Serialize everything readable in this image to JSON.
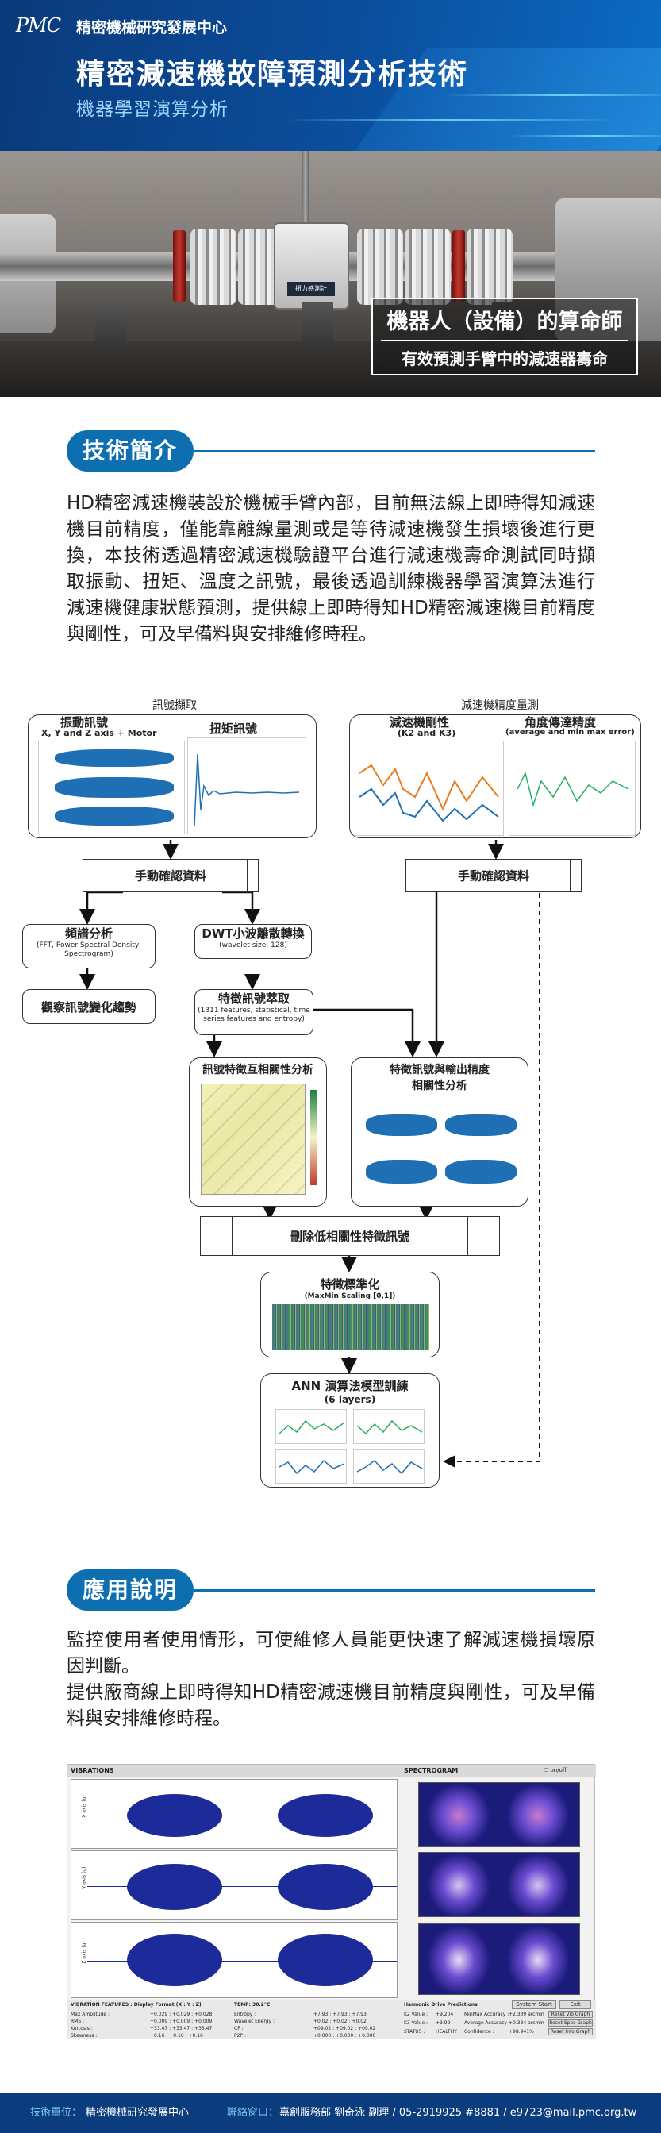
{
  "header": {
    "logo": "PMC",
    "org_name": "精密機械研究發展中心",
    "title": "精密減速機故障預測分析技術",
    "subtitle": "機器學習演算分析"
  },
  "hero": {
    "sensor_label": "扭力感測計",
    "tagline_1": "機器人（設備）的算命師",
    "tagline_2": "有效預測手臂中的減速器壽命"
  },
  "intro": {
    "heading": "技術簡介",
    "body": "HD精密減速機裝設於機械手臂內部，目前無法線上即時得知減速機目前精度，僅能靠離線量測或是等待減速機發生損壞後進行更換，本技術透過精密減速機驗證平台進行減速機壽命測試同時擷取振動、扭矩、溫度之訊號，最後透過訓練機器學習演算法進行減速機健康狀態預測，提供線上即時得知HD精密減速機目前精度與剛性，可及早備料與安排維修時程。"
  },
  "flow": {
    "group_signal": "訊號擷取",
    "group_precision": "減速機精度量測",
    "vib_title": "振動訊號",
    "vib_sub": "X, Y and Z axis + Motor",
    "torque_title": "扭矩訊號",
    "stiff_title": "減速機剛性",
    "stiff_sub": "(K2 and K3)",
    "angle_title": "角度傳達精度",
    "angle_sub": "(average and min max error)",
    "confirm_left": "手動確認資料",
    "confirm_right": "手動確認資料",
    "spectrum_title": "頻譜分析",
    "spectrum_sub": "(FFT, Power Spectral Density, Spectrogram)",
    "dwt_title": "DWT小波離散轉換",
    "dwt_sub": "(wavelet size: 128)",
    "trend": "觀察訊號變化趨勢",
    "feature_title": "特徵訊號萃取",
    "feature_sub": "(1311 features, statistical, time series features and entropy)",
    "corr_title": "訊號特徵互相關性分析",
    "corr_out_title": "特徵訊號與輸出精度",
    "corr_out_sub": "相關性分析",
    "delete_low": "刪除低相關性特徵訊號",
    "norm_title": "特徵標準化",
    "norm_sub": "(MaxMin Scaling [0,1])",
    "ann_title": "ANN 演算法模型訓練",
    "ann_sub": "(6 layers)"
  },
  "usage": {
    "heading": "應用說明",
    "para1": "監控使用者使用情形，可使維修人員能更快速了解減速機損壞原因判斷。",
    "para2": "提供廠商線上即時得知HD精密減速機目前精度與剛性，可及早備料與安排維修時程。"
  },
  "dashboard": {
    "vibrations": "VIBRATIONS",
    "spectrogram": "SPECTROGRAM",
    "onoff": "on/off",
    "features_label": "VIBRATION FEATURES : Display Format (X : Y : Z)",
    "temp_label": "TEMP: 30.2°C",
    "harmonic_label": "Harmonic Drive Predictions",
    "system_start": "System Start",
    "exit": "Exit",
    "rows": [
      {
        "name": "Max Amplitude :",
        "val": "+0.029 : +0.029 : +0.028"
      },
      {
        "name": "RMS :",
        "val": "+0.009 : +0.009 : +0.009"
      },
      {
        "name": "Kurtosis :",
        "val": "+33.47 : +33.47 : +33.47"
      },
      {
        "name": "Skewness :",
        "val": "+0.16 : +0.16 : +0.16"
      }
    ],
    "rows2": [
      {
        "name": "Entropy :",
        "val": "+7.93 : +7.93 : +7.93"
      },
      {
        "name": "Wavelet Energy :",
        "val": "+0.02 : +0.02 : +0.02"
      },
      {
        "name": "CF :",
        "val": "+09.02 : +09.02 : +09.02"
      },
      {
        "name": "P2P :",
        "val": "+0.000 : +0.000 : +0.000"
      }
    ],
    "preds": [
      {
        "name": "K2 Value :",
        "val": "+9.204",
        "acc": "MinMax Accuracy :",
        "accv": "+2.339 arcmin",
        "btn": "Reset Vib Graph"
      },
      {
        "name": "K3 Value :",
        "val": "+3.99",
        "acc": "Average Accuracy :",
        "accv": "+0.334 arcmin",
        "btn": "Reset Spec Graph"
      },
      {
        "name": "STATUS :",
        "val": "HEALTHY",
        "acc": "Confidence :",
        "accv": "+98.941%",
        "btn": "Reset Info Graph"
      }
    ],
    "axis_x": "X axis (g)",
    "axis_y": "Y axis (g)",
    "axis_z": "Z axis (g)"
  },
  "footer": {
    "unit_label": "技術單位：",
    "unit": "精密機械研究發展中心",
    "contact_label": "聯絡窗口：",
    "contact": "嘉創服務部  劉奇泳 副理 / 05-2919925 #8881 / e9723@mail.pmc.org.tw"
  },
  "colors": {
    "brand_blue": "#0b4f9e",
    "accent_blue": "#0d6fb0",
    "signal_blue": "#1f6fb5",
    "spectrogram": "#1b1b7a"
  },
  "chart_data": [
    {
      "type": "line",
      "title": "振動訊號",
      "series": [
        {
          "name": "X, Y and Z axis + Motor",
          "values": []
        }
      ]
    },
    {
      "type": "line",
      "title": "扭矩訊號"
    },
    {
      "type": "heatmap",
      "title": "訊號特徵互相關性分析"
    }
  ]
}
